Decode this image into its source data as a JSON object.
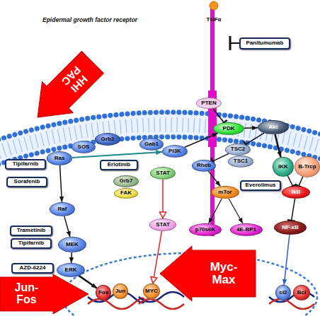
{
  "diagram": {
    "title": "Epidermal growth factor receptor",
    "nodes": [
      {
        "text": [
          "TGFα"
        ]
      },
      {
        "text": [
          "Panitumumab"
        ]
      },
      {
        "text": [
          "HHI PAC"
        ]
      },
      {
        "text": [
          "PTEN"
        ]
      },
      {
        "text": [
          "SOS"
        ]
      },
      {
        "text": [
          "Grb2"
        ]
      },
      {
        "text": [
          "Ras"
        ]
      },
      {
        "text": [
          "Tipifarnib"
        ]
      },
      {
        "text": [
          "Gab1"
        ]
      },
      {
        "text": [
          "PI3K"
        ]
      },
      {
        "text": [
          "PDK"
        ]
      },
      {
        "text": [
          "Akt"
        ]
      },
      {
        "text": [
          "TSC2"
        ]
      },
      {
        "text": [
          "TSC1"
        ]
      },
      {
        "text": [
          "Rheb"
        ]
      },
      {
        "text": [
          "Erlotinib"
        ]
      },
      {
        "text": [
          "Grb7"
        ]
      },
      {
        "text": [
          "FAK"
        ]
      },
      {
        "text": [
          "STAT"
        ]
      },
      {
        "text": [
          "IKK"
        ]
      },
      {
        "text": [
          "B-Trcp"
        ]
      },
      {
        "text": [
          "Raf"
        ]
      },
      {
        "text": [
          "Sorafenib"
        ]
      },
      {
        "text": [
          "mTor"
        ]
      },
      {
        "text": [
          "Everolimus"
        ]
      },
      {
        "text": [
          "IkB"
        ]
      },
      {
        "text": [
          "STAT"
        ]
      },
      {
        "text": [
          "p70s6K"
        ]
      },
      {
        "text": [
          "4E-BP1"
        ]
      },
      {
        "text": [
          "NF-κB"
        ]
      },
      {
        "text": [
          "Trametinib"
        ]
      },
      {
        "text": [
          "MEK"
        ]
      },
      {
        "text": [
          "Tipifarnib"
        ]
      },
      {
        "text": [
          "AZD-6224"
        ]
      },
      {
        "text": [
          "ERK"
        ]
      },
      {
        "text": [
          "Jun- Fos"
        ]
      },
      {
        "text": [
          "Fos"
        ]
      },
      {
        "text": [
          "Jun"
        ]
      },
      {
        "text": [
          "MYC"
        ]
      },
      {
        "text": [
          "Myc- Max"
        ]
      },
      {
        "text": [
          "cl2"
        ]
      },
      {
        "text": [
          "Bcl"
        ]
      }
    ],
    "edges": [
      {
        "from": 6,
        "to": 21,
        "arrow": "to"
      },
      {
        "from": 21,
        "to": 31,
        "arrow": "to"
      },
      {
        "from": 31,
        "to": 34,
        "arrow": "to"
      },
      {
        "from": 34,
        "to": 36,
        "arrow": "to"
      },
      {
        "from": 6,
        "to": 9,
        "arrow": "to"
      },
      {
        "from": 9,
        "to": 10,
        "arrow": "to"
      },
      {
        "from": 3,
        "to": 10,
        "arrow": "to"
      },
      {
        "from": 10,
        "to": 11,
        "arrow": "to"
      },
      {
        "from": 11,
        "to": 12,
        "arrow": "to"
      },
      {
        "from": 12,
        "to": 14,
        "arrow": "to"
      },
      {
        "from": 14,
        "to": 23,
        "arrow": "to"
      },
      {
        "from": 23,
        "to": 27,
        "arrow": "to"
      },
      {
        "from": 23,
        "to": 28,
        "arrow": "to"
      },
      {
        "from": 11,
        "to": 19,
        "arrow": "to"
      },
      {
        "from": 19,
        "to": 25,
        "arrow": "to"
      },
      {
        "from": 20,
        "to": 25,
        "arrow": "to"
      },
      {
        "from": 25,
        "to": 29,
        "arrow": "to"
      },
      {
        "from": 29,
        "to": 40,
        "arrow": "to"
      },
      {
        "from": 18,
        "to": 26,
        "arrow": "to"
      },
      {
        "from": 26,
        "to": 38,
        "arrow": "to"
      }
    ]
  }
}
